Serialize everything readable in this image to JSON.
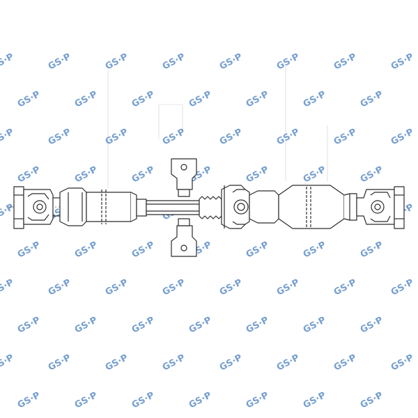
{
  "watermark": {
    "text": "GS·P",
    "color": "#5f8fc7"
  },
  "drawing": {
    "stroke_color": "#2b2b2b",
    "fill_color": "#ffffff",
    "section_names": [
      "left-flange-yoke",
      "left-tube",
      "left-collar",
      "center-bearing-bracket",
      "splined-shaft",
      "center-ujoint",
      "right-tube",
      "right-flange-yoke"
    ]
  }
}
